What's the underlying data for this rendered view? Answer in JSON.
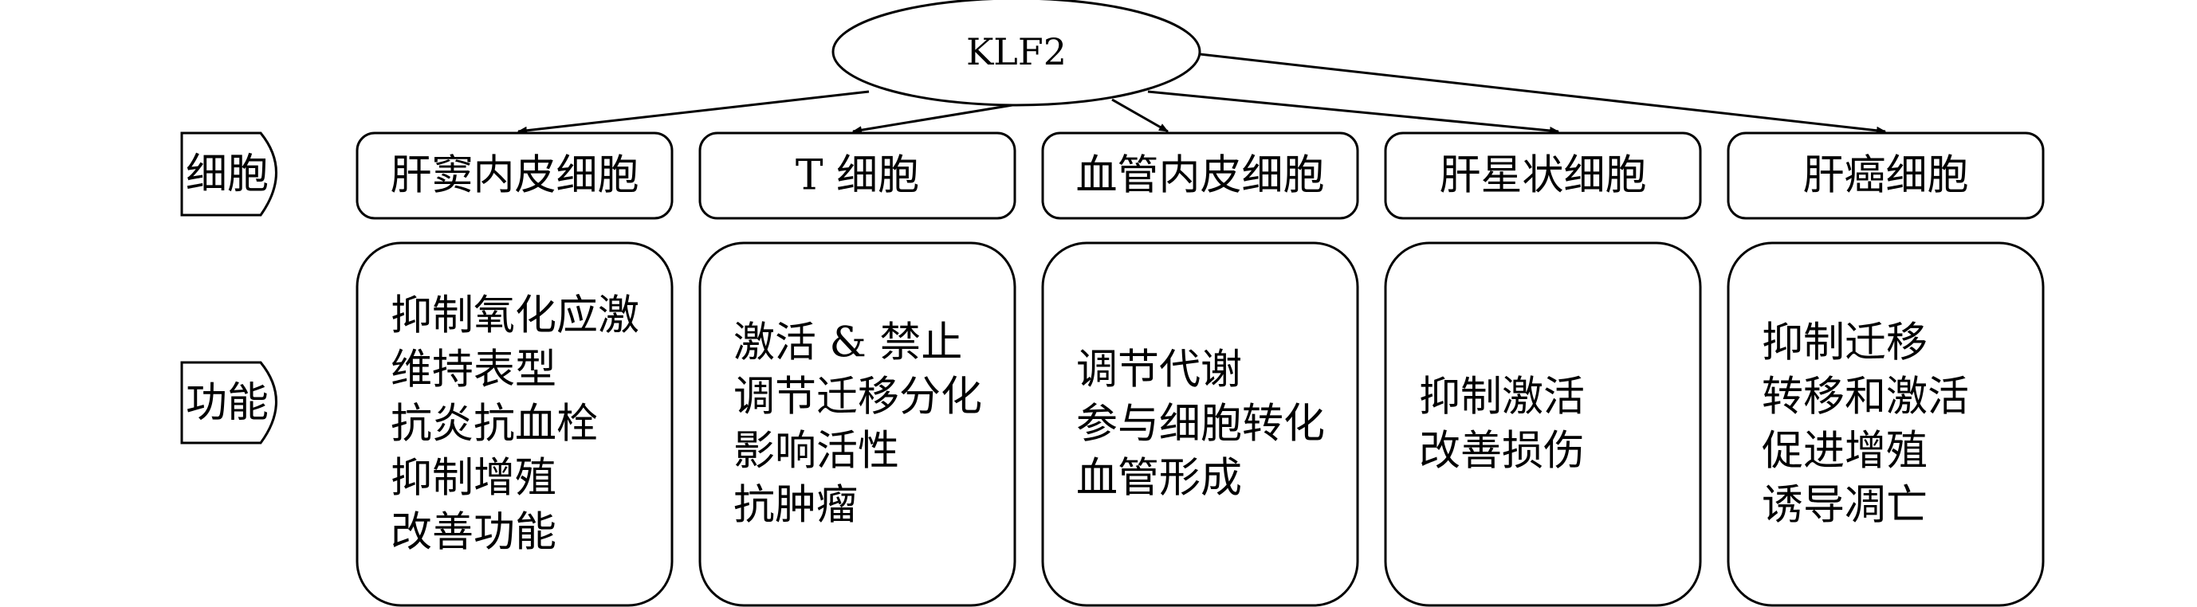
{
  "root": {
    "label": "KLF2"
  },
  "row_labels": {
    "cells": "细胞",
    "functions": "功能"
  },
  "columns": [
    {
      "cell": "肝窦内皮细胞",
      "functions": [
        "抑制氧化应激",
        "维持表型",
        "抗炎抗血栓",
        "抑制增殖",
        "改善功能"
      ]
    },
    {
      "cell": "T 细胞",
      "functions": [
        "激活 & 禁止",
        "调节迁移分化",
        "影响活性",
        "抗肿瘤"
      ]
    },
    {
      "cell": "血管内皮细胞",
      "functions": [
        "调节代谢",
        "参与细胞转化",
        "血管形成"
      ]
    },
    {
      "cell": "肝星状细胞",
      "functions": [
        "抑制激活",
        "改善损伤"
      ]
    },
    {
      "cell": "肝癌细胞",
      "functions": [
        "抑制迁移",
        "转移和激活",
        "促进增殖",
        "诱导凋亡"
      ]
    }
  ]
}
